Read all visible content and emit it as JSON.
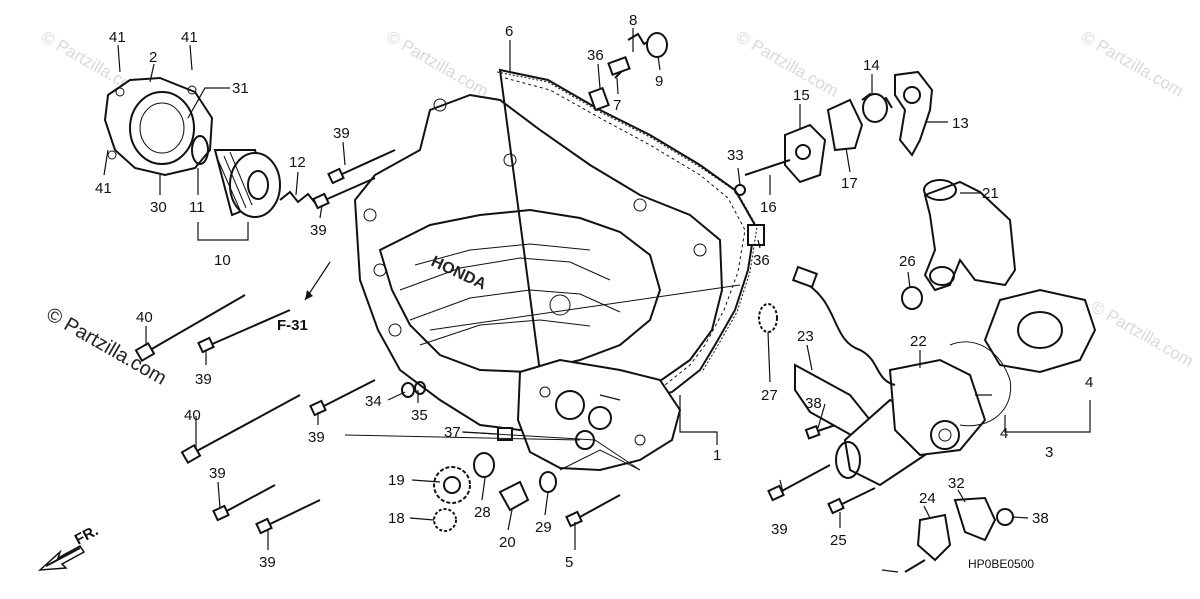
{
  "diagram": {
    "drawing_code": "HP0BE0500",
    "reference_label": "F-31",
    "direction_label": "FR.",
    "side_watermark": "© Partzilla.com",
    "watermark_text": "© Partzilla.com",
    "colors": {
      "ink": "#111111",
      "watermark": "#d9d9d9",
      "background": "#ffffff"
    }
  },
  "callouts": [
    {
      "id": "c41a",
      "text": "41"
    },
    {
      "id": "c2",
      "text": "2"
    },
    {
      "id": "c41b",
      "text": "41"
    },
    {
      "id": "c31",
      "text": "31"
    },
    {
      "id": "c41c",
      "text": "41"
    },
    {
      "id": "c30",
      "text": "30"
    },
    {
      "id": "c11",
      "text": "11"
    },
    {
      "id": "c10",
      "text": "10"
    },
    {
      "id": "c12",
      "text": "12"
    },
    {
      "id": "c39a",
      "text": "39"
    },
    {
      "id": "c39b",
      "text": "39"
    },
    {
      "id": "c6",
      "text": "6"
    },
    {
      "id": "c8",
      "text": "8"
    },
    {
      "id": "c36a",
      "text": "36"
    },
    {
      "id": "c7",
      "text": "7"
    },
    {
      "id": "c9",
      "text": "9"
    },
    {
      "id": "c15",
      "text": "15"
    },
    {
      "id": "c14",
      "text": "14"
    },
    {
      "id": "c13",
      "text": "13"
    },
    {
      "id": "c33",
      "text": "33"
    },
    {
      "id": "c16",
      "text": "16"
    },
    {
      "id": "c17",
      "text": "17"
    },
    {
      "id": "c21",
      "text": "21"
    },
    {
      "id": "c36b",
      "text": "36"
    },
    {
      "id": "c26",
      "text": "26"
    },
    {
      "id": "c40a",
      "text": "40"
    },
    {
      "id": "c39c",
      "text": "39"
    },
    {
      "id": "c27",
      "text": "27"
    },
    {
      "id": "c23",
      "text": "23"
    },
    {
      "id": "c22",
      "text": "22"
    },
    {
      "id": "c4a",
      "text": "4"
    },
    {
      "id": "c4b",
      "text": "4"
    },
    {
      "id": "c3",
      "text": "3"
    },
    {
      "id": "c34",
      "text": "34"
    },
    {
      "id": "c35",
      "text": "35"
    },
    {
      "id": "c40b",
      "text": "40"
    },
    {
      "id": "c39d",
      "text": "39"
    },
    {
      "id": "c37",
      "text": "37"
    },
    {
      "id": "c1",
      "text": "1"
    },
    {
      "id": "c38a",
      "text": "38"
    },
    {
      "id": "c39e",
      "text": "39"
    },
    {
      "id": "c19",
      "text": "19"
    },
    {
      "id": "c28",
      "text": "28"
    },
    {
      "id": "c29",
      "text": "29"
    },
    {
      "id": "c18",
      "text": "18"
    },
    {
      "id": "c20",
      "text": "20"
    },
    {
      "id": "c39f",
      "text": "39"
    },
    {
      "id": "c39g",
      "text": "39"
    },
    {
      "id": "c5",
      "text": "5"
    },
    {
      "id": "c24",
      "text": "24"
    },
    {
      "id": "c32",
      "text": "32"
    },
    {
      "id": "c38b",
      "text": "38"
    },
    {
      "id": "c25",
      "text": "25"
    }
  ]
}
